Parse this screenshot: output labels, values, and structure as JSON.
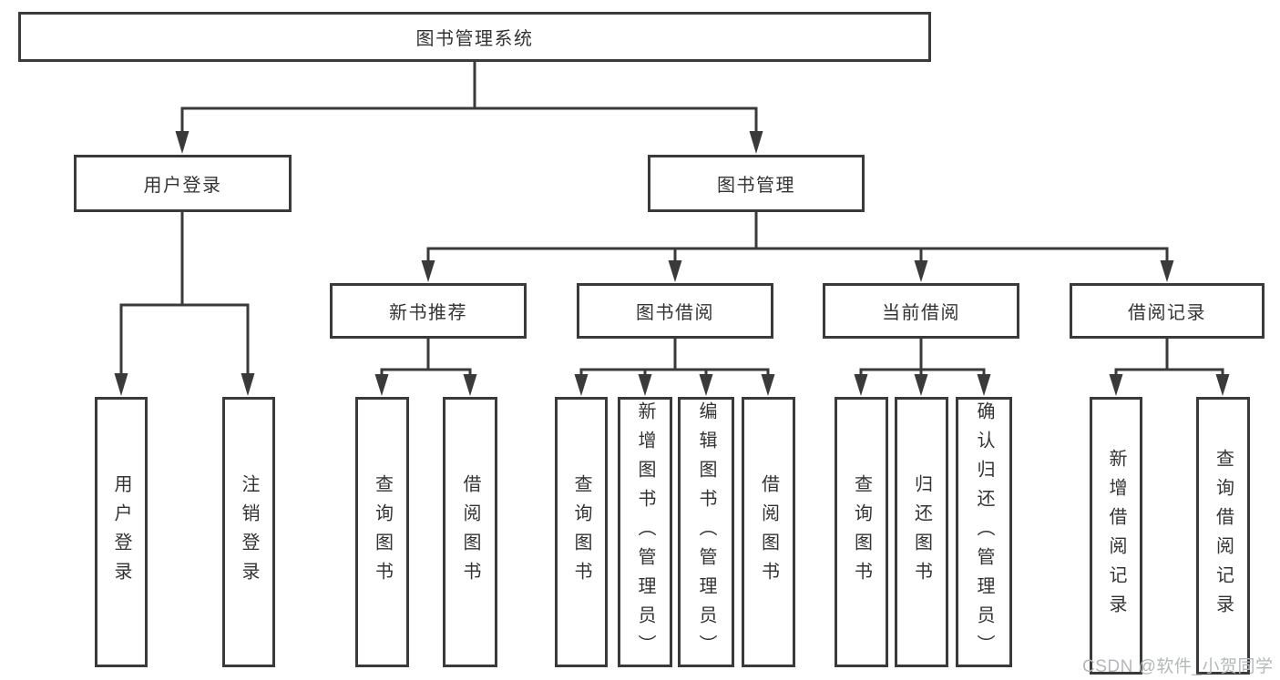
{
  "diagram": {
    "title": "图书管理系统",
    "level2": [
      {
        "label": "用户登录"
      },
      {
        "label": "图书管理"
      }
    ],
    "level3": [
      {
        "label": "新书推荐",
        "parent": "图书管理"
      },
      {
        "label": "图书借阅",
        "parent": "图书管理"
      },
      {
        "label": "当前借阅",
        "parent": "图书管理"
      },
      {
        "label": "借阅记录",
        "parent": "图书管理"
      }
    ],
    "leaves": [
      {
        "label": "用户登录",
        "parent": "用户登录"
      },
      {
        "label": "注销登录",
        "parent": "用户登录"
      },
      {
        "label": "查询图书",
        "parent": "新书推荐"
      },
      {
        "label": "借阅图书",
        "parent": "新书推荐"
      },
      {
        "label": "查询图书",
        "parent": "图书借阅"
      },
      {
        "label": "新增图书（管理员）",
        "parent": "图书借阅"
      },
      {
        "label": "编辑图书（管理员）",
        "parent": "图书借阅"
      },
      {
        "label": "借阅图书",
        "parent": "图书借阅"
      },
      {
        "label": "查询图书",
        "parent": "当前借阅"
      },
      {
        "label": "归还图书",
        "parent": "当前借阅"
      },
      {
        "label": "确认归还（管理员）",
        "parent": "当前借阅"
      },
      {
        "label": "新增借阅记录",
        "parent": "借阅记录"
      },
      {
        "label": "查询借阅记录",
        "parent": "借阅记录"
      }
    ],
    "colors": {
      "line": "#3a3a3a",
      "text": "#333333",
      "box_background": "#ffffff",
      "watermark": "#b5b8ba"
    }
  },
  "watermark": {
    "text": "CSDN @软件_小贺同学"
  }
}
